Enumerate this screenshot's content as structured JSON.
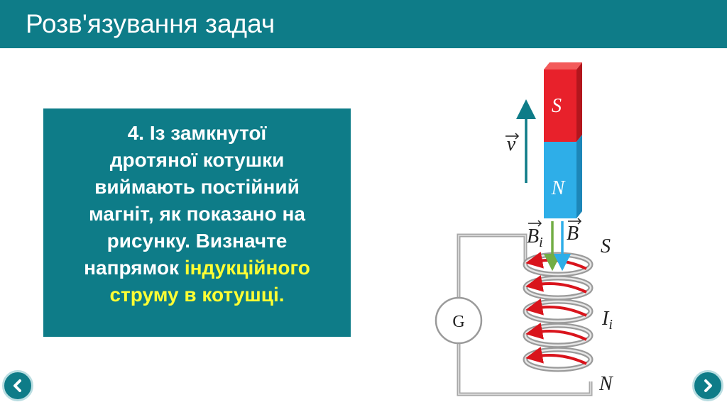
{
  "header": {
    "title": "Розв'язування задач"
  },
  "task": {
    "lines": [
      "4. Із замкнутої",
      "дротяної котушки",
      "виймають постійний",
      "магніт, як показано на",
      "рисунку. Визначте"
    ],
    "line6_normal": "напрямок ",
    "line6_highlight": "індукційного",
    "line7_highlight": "струму в котушці."
  },
  "diagram": {
    "magnet_south": "S",
    "magnet_north": "N",
    "velocity": "v",
    "field_induced": "B",
    "field_induced_sub": "i",
    "field_magnet": "B",
    "coil_top_pole": "S",
    "coil_bottom_pole": "N",
    "current": "I",
    "current_sub": "i",
    "galvanometer": "G"
  },
  "colors": {
    "teal": "#0e7c88",
    "highlight": "#ffff33",
    "magnet_red": "#e8212b",
    "magnet_blue": "#2eaee8",
    "arrow_green": "#72ad45",
    "arrow_red": "#d9141c"
  },
  "nav": {
    "prev_icon": "chevron-left-icon",
    "next_icon": "chevron-right-icon"
  }
}
